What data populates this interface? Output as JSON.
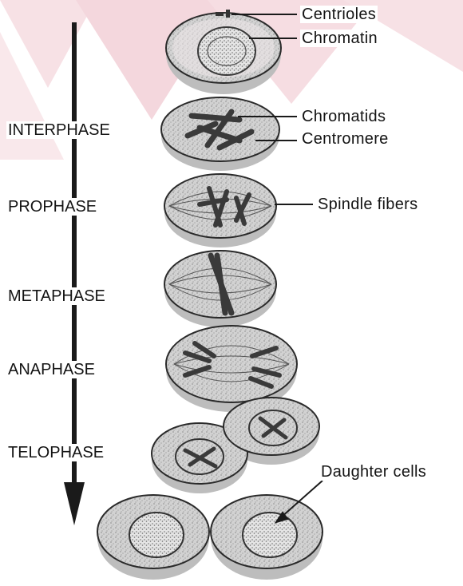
{
  "phases": [
    {
      "id": "interphase",
      "label": "INTERPHASE"
    },
    {
      "id": "prophase",
      "label": "PROPHASE"
    },
    {
      "id": "metaphase",
      "label": "METAPHASE"
    },
    {
      "id": "anaphase",
      "label": "ANAPHASE"
    },
    {
      "id": "telophase",
      "label": "TELOPHASE"
    }
  ],
  "structure_labels": {
    "centrioles": "Centrioles",
    "chromatin": "Chromatin",
    "chromatids": "Chromatids",
    "centromere": "Centromere",
    "spindle_fibers": "Spindle fibers",
    "daughter_cells": "Daughter cells"
  },
  "colors": {
    "background_triangles": "#f6dde2",
    "cell_fill": "#c9c9c9",
    "cell_top": "#efefef",
    "chromosome": "#3a3a3a",
    "arrow": "#1a1a1a",
    "label_text": "#141414"
  }
}
